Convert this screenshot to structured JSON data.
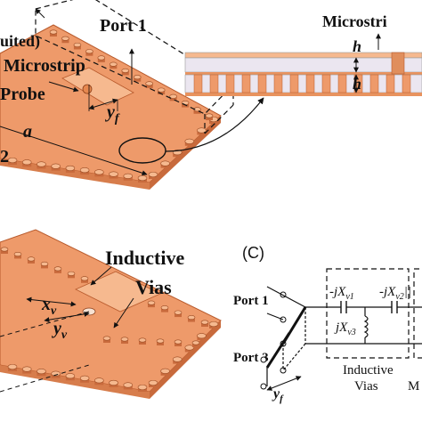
{
  "figure": {
    "top_left": {
      "port_label": "Port 1",
      "cut_label": "uited)",
      "microstrip_label": "Microstrip",
      "probe_label": "Probe",
      "yf_label": "y",
      "yf_sub": "f",
      "a_label": "a",
      "two_label": "2"
    },
    "top_right": {
      "microstrip_label": "Microstri",
      "h_top": "h",
      "h_bottom": "h"
    },
    "bottom_left": {
      "inductive_label": "Inductive",
      "vias_label": "Vias",
      "xv_label": "x",
      "xv_sub": "v",
      "yv_label": "y",
      "yv_sub": "v"
    },
    "panel_c": {
      "panel_label": "(C)",
      "port1_label": "Port 1",
      "port3_label": "Port 3",
      "xv1_prefix": "-j",
      "xv1_var": "X",
      "xv1_sub": "v1",
      "xv2_prefix": "-j",
      "xv2_var": "X",
      "xv2_sub": "v2",
      "xv2_tail": "||",
      "xv3_prefix": "j",
      "xv3_var": "X",
      "xv3_sub": "v3",
      "inductive_label": "Inductive",
      "vias_label": "Vias",
      "yf_label": "y",
      "yf_sub": "f",
      "ma_label": "M"
    },
    "colors": {
      "copper": "#ee9a6a",
      "copper_dark": "#c86a3c",
      "copper_light": "#f6b98f",
      "line": "#111111"
    }
  }
}
